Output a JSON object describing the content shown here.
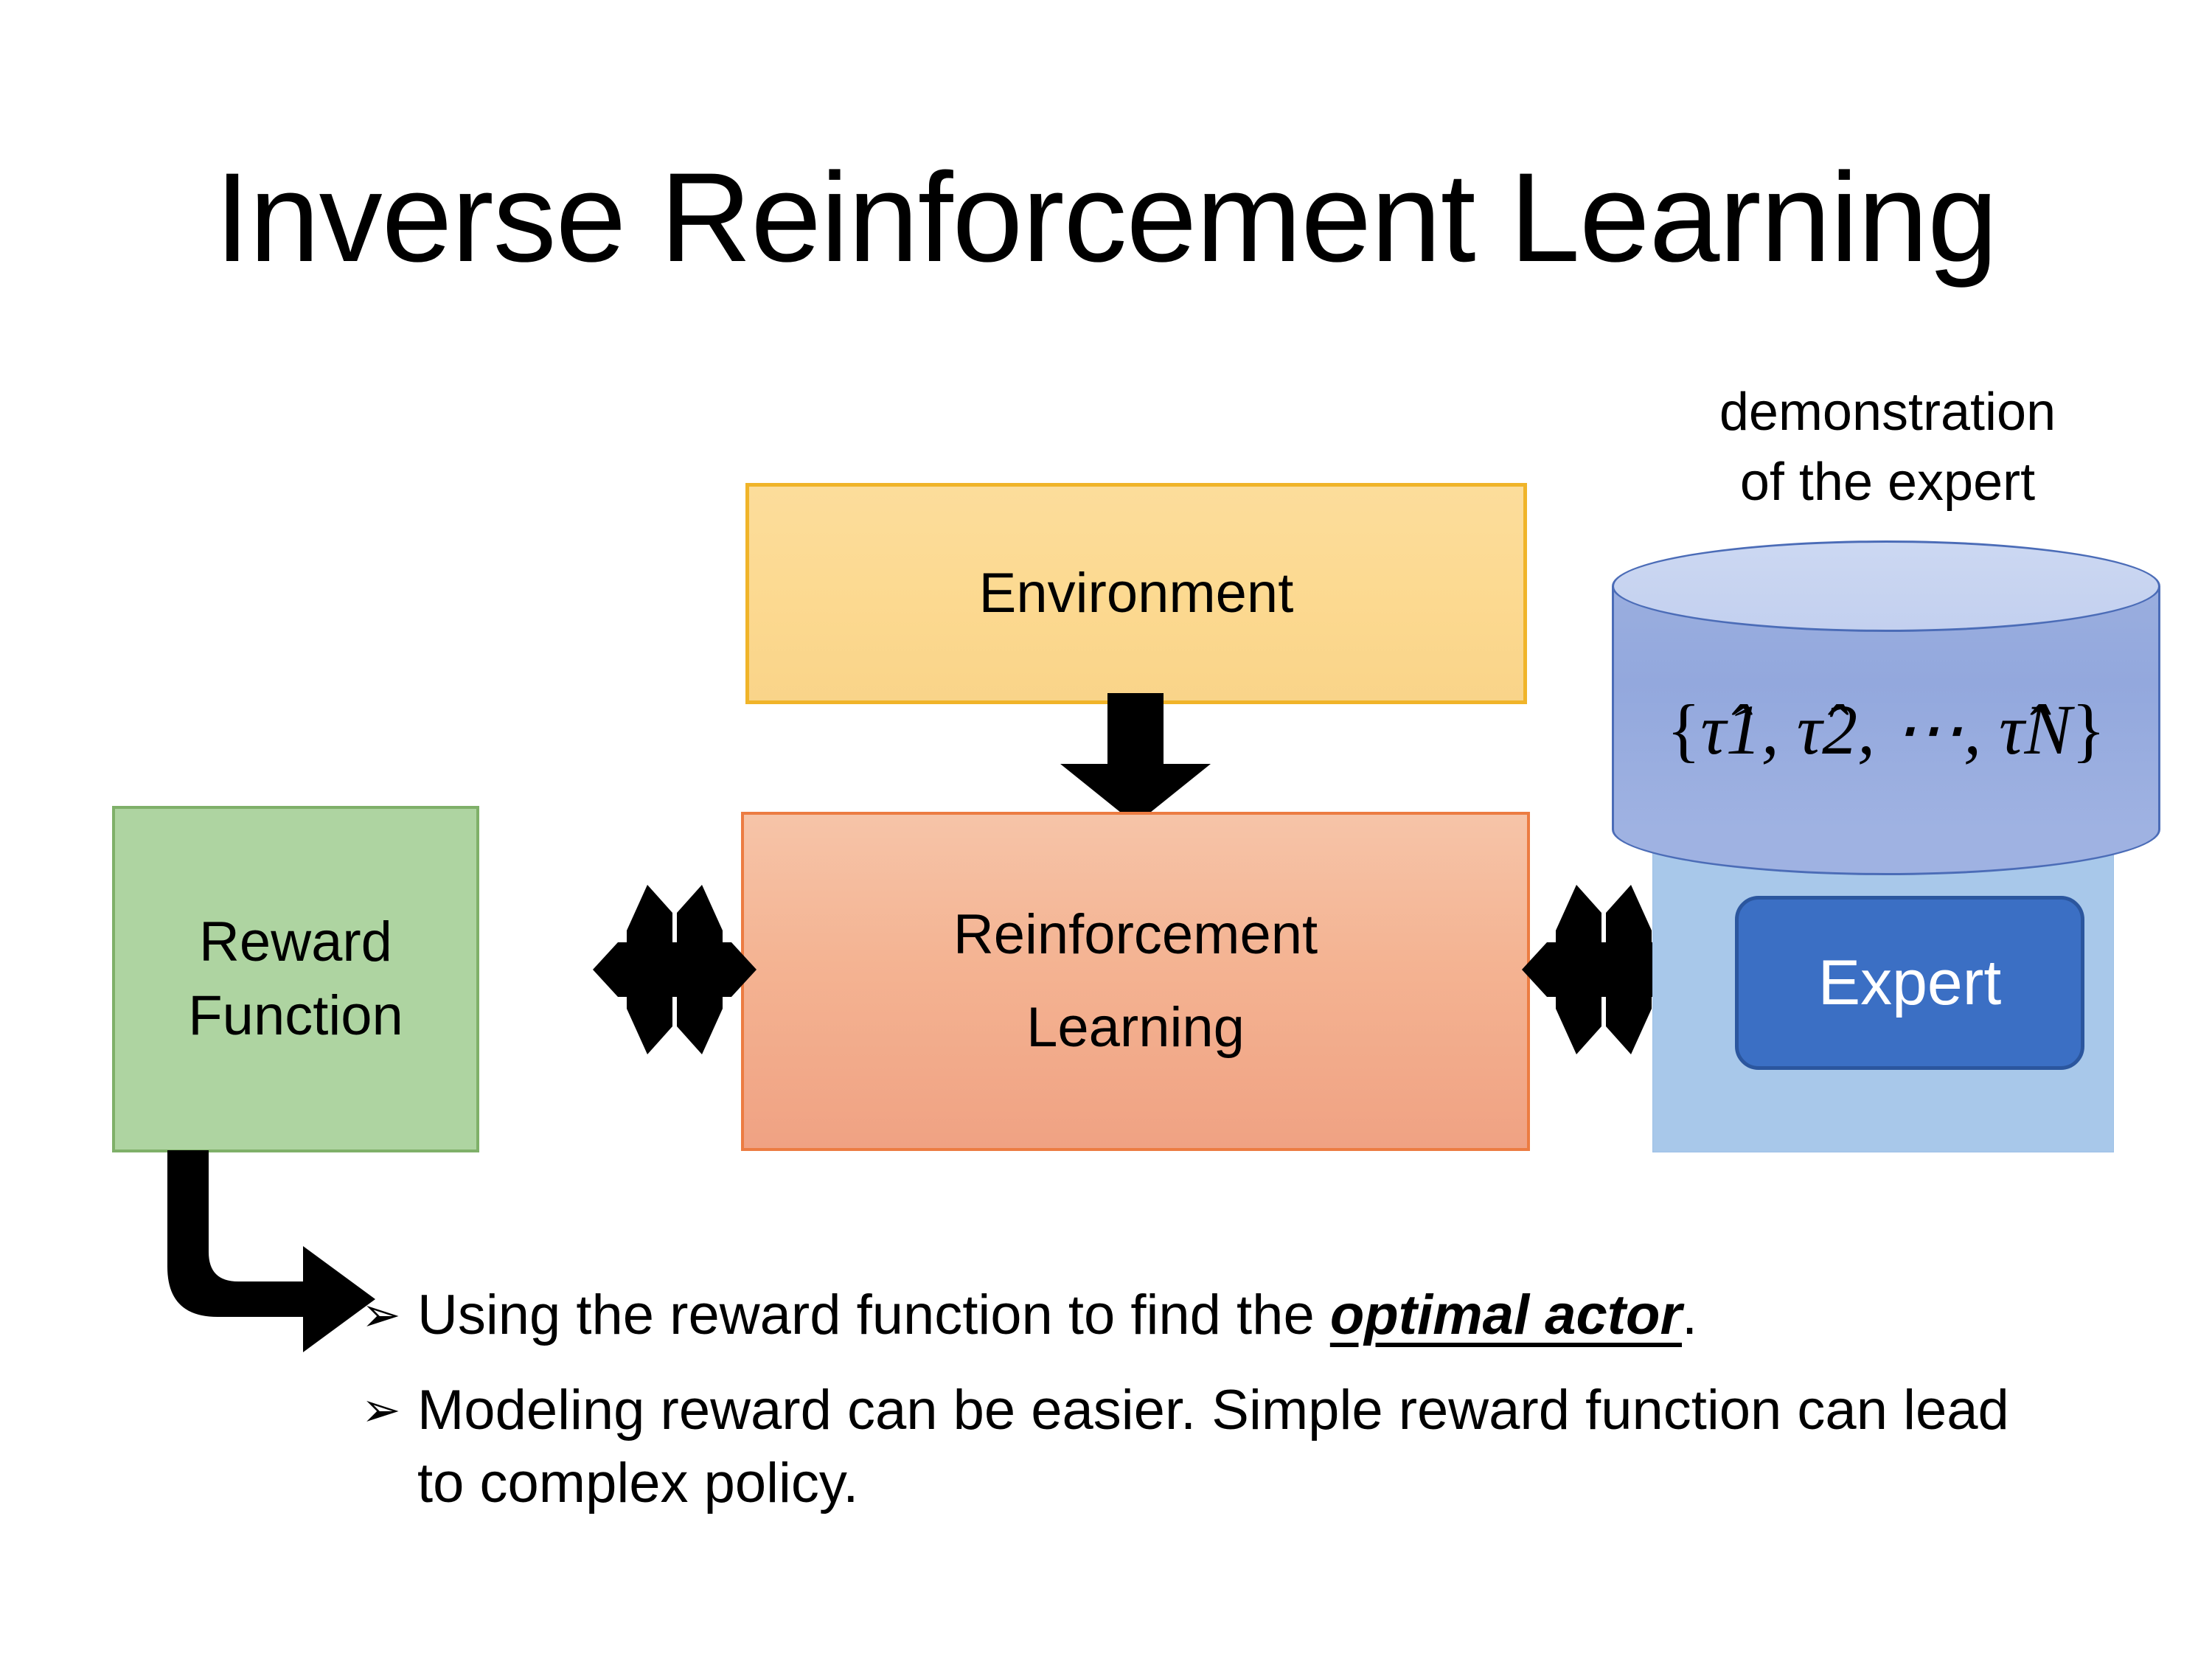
{
  "slide": {
    "title": "Inverse Reinforcement Learning",
    "background_color": "#ffffff"
  },
  "diagram": {
    "environment_box": {
      "label": "Environment",
      "fill_color": "#fcd990",
      "border_color": "#f0b429"
    },
    "reinforcement_learning_box": {
      "label_line1": "Reinforcement",
      "label_line2": "Learning",
      "fill_color": "#f4b392",
      "border_color": "#ec7c42"
    },
    "reward_function_box": {
      "label_line1": "Reward",
      "label_line2": "Function",
      "fill_color": "#aed4a1",
      "border_color": "#7fb069"
    },
    "demonstration": {
      "caption_line1": "demonstration",
      "caption_line2": "of the expert",
      "cylinder_prefix": "{",
      "cylinder_formula": "τ̂1, τ̂2, ⋯, τ̂N",
      "cylinder_suffix": "}",
      "cylinder_fill_color": "#9aaedf",
      "cylinder_border_color": "#4b6cb7"
    },
    "expert_box": {
      "label": "Expert",
      "fill_color": "#3b6fc4",
      "border_color": "#2b569e",
      "text_color": "#ffffff"
    },
    "expert_panel": {
      "fill_color": "#a8c8ea"
    },
    "arrows": {
      "environment_to_rl": "down-arrow",
      "reward_to_rl": "quad-arrow",
      "rl_to_expert": "quad-arrow",
      "reward_to_bullets": "elbow-arrow",
      "color": "#000000"
    }
  },
  "bullets": {
    "marker": "➢",
    "items": [
      {
        "text_before": "Using the reward function to find the ",
        "emphasis": "optimal actor",
        "text_after": "."
      },
      {
        "text_before": "Modeling reward can be easier. Simple reward function can lead to complex policy.",
        "emphasis": "",
        "text_after": ""
      }
    ]
  }
}
